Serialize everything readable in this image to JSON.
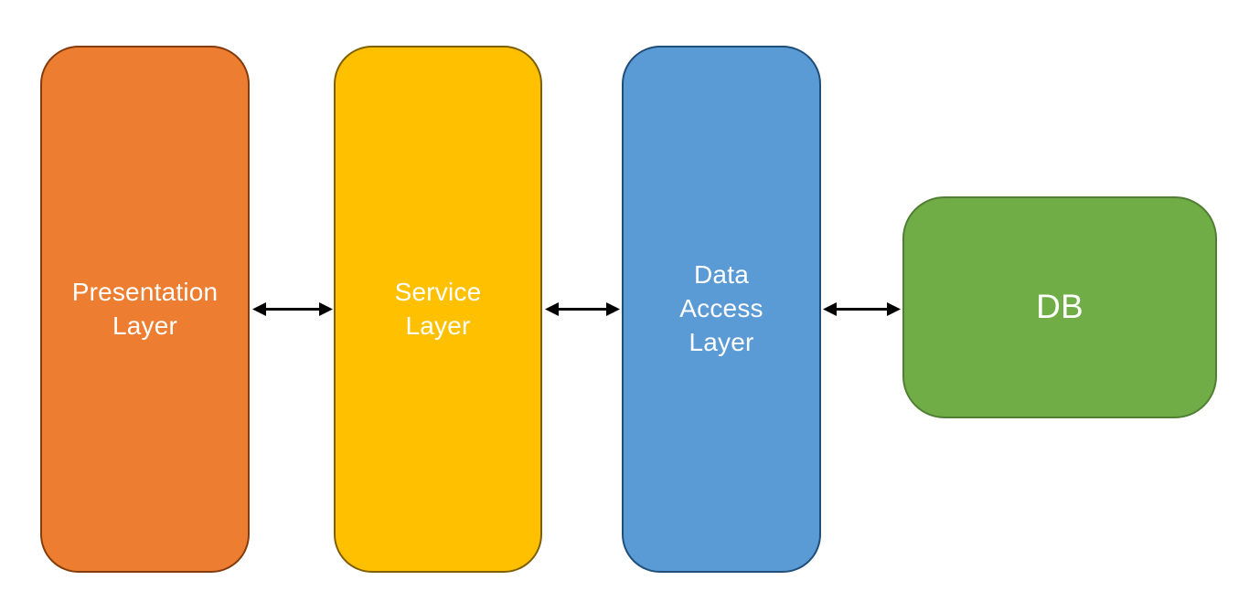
{
  "diagram": {
    "background_color": "#FFFFFF",
    "boxes": [
      {
        "id": "presentation-layer",
        "label": "Presentation\nLayer",
        "fill": "#ED7D31",
        "border_color": "#843C0C",
        "text_color": "#FFFFFF"
      },
      {
        "id": "service-layer",
        "label": "Service\nLayer",
        "fill": "#FFC000",
        "border_color": "#7F6000",
        "text_color": "#FFFFFF"
      },
      {
        "id": "data-access-layer",
        "label": "Data\nAccess\nLayer",
        "fill": "#5B9BD5",
        "border_color": "#1F4E79",
        "text_color": "#FFFFFF"
      },
      {
        "id": "db",
        "label": "DB",
        "fill": "#70AD47",
        "border_color": "#507E32",
        "text_color": "#FFFFFF"
      }
    ],
    "connectors": [
      {
        "from": "presentation-layer",
        "to": "service-layer",
        "type": "double-headed-arrow",
        "color": "#000000"
      },
      {
        "from": "service-layer",
        "to": "data-access-layer",
        "type": "double-headed-arrow",
        "color": "#000000"
      },
      {
        "from": "data-access-layer",
        "to": "db",
        "type": "double-headed-arrow",
        "color": "#000000"
      }
    ]
  }
}
